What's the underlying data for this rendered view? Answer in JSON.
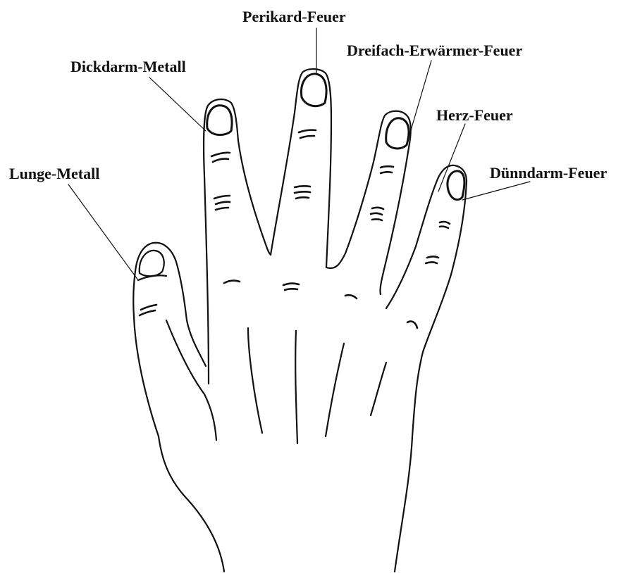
{
  "labels": {
    "perikard": "Perikard-Feuer",
    "dreifach": "Dreifach-Erwärmer-Feuer",
    "dickdarm": "Dickdarm-Metall",
    "herz": "Herz-Feuer",
    "lunge": "Lunge-Metall",
    "duenndarm": "Dünndarm-Feuer"
  },
  "colors": {
    "line": "#111111",
    "background": "#ffffff"
  }
}
